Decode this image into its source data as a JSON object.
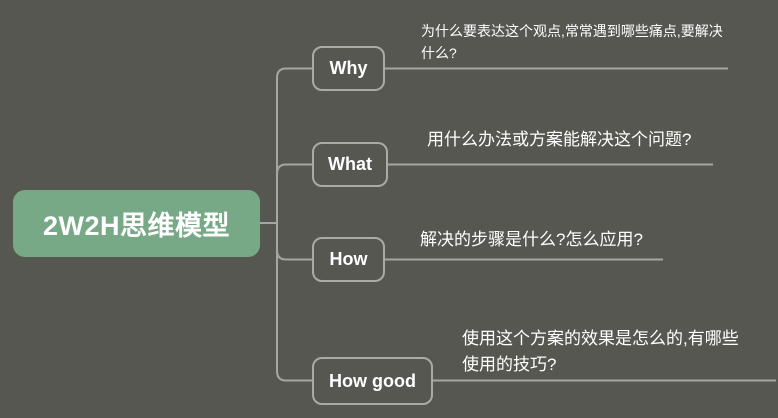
{
  "diagram": {
    "type": "mindmap",
    "root": {
      "label": "2W2H思维模型"
    },
    "branches": [
      {
        "label": "Why",
        "description": "为什么要表达这个观点,常常遇到哪些痛点,要解决什么?"
      },
      {
        "label": "What",
        "description": "用什么办法或方案能解决这个问题?"
      },
      {
        "label": "How",
        "description": "解决的步骤是什么?怎么应用?"
      },
      {
        "label": "How good",
        "description": "使用这个方案的效果是怎么的,有哪些使用的技巧?"
      }
    ]
  },
  "colors": {
    "background": "#565751",
    "root_fill": "#78a987",
    "branch_border": "#a9aba6",
    "connector": "#a5a7a2",
    "text": "#ffffff"
  }
}
